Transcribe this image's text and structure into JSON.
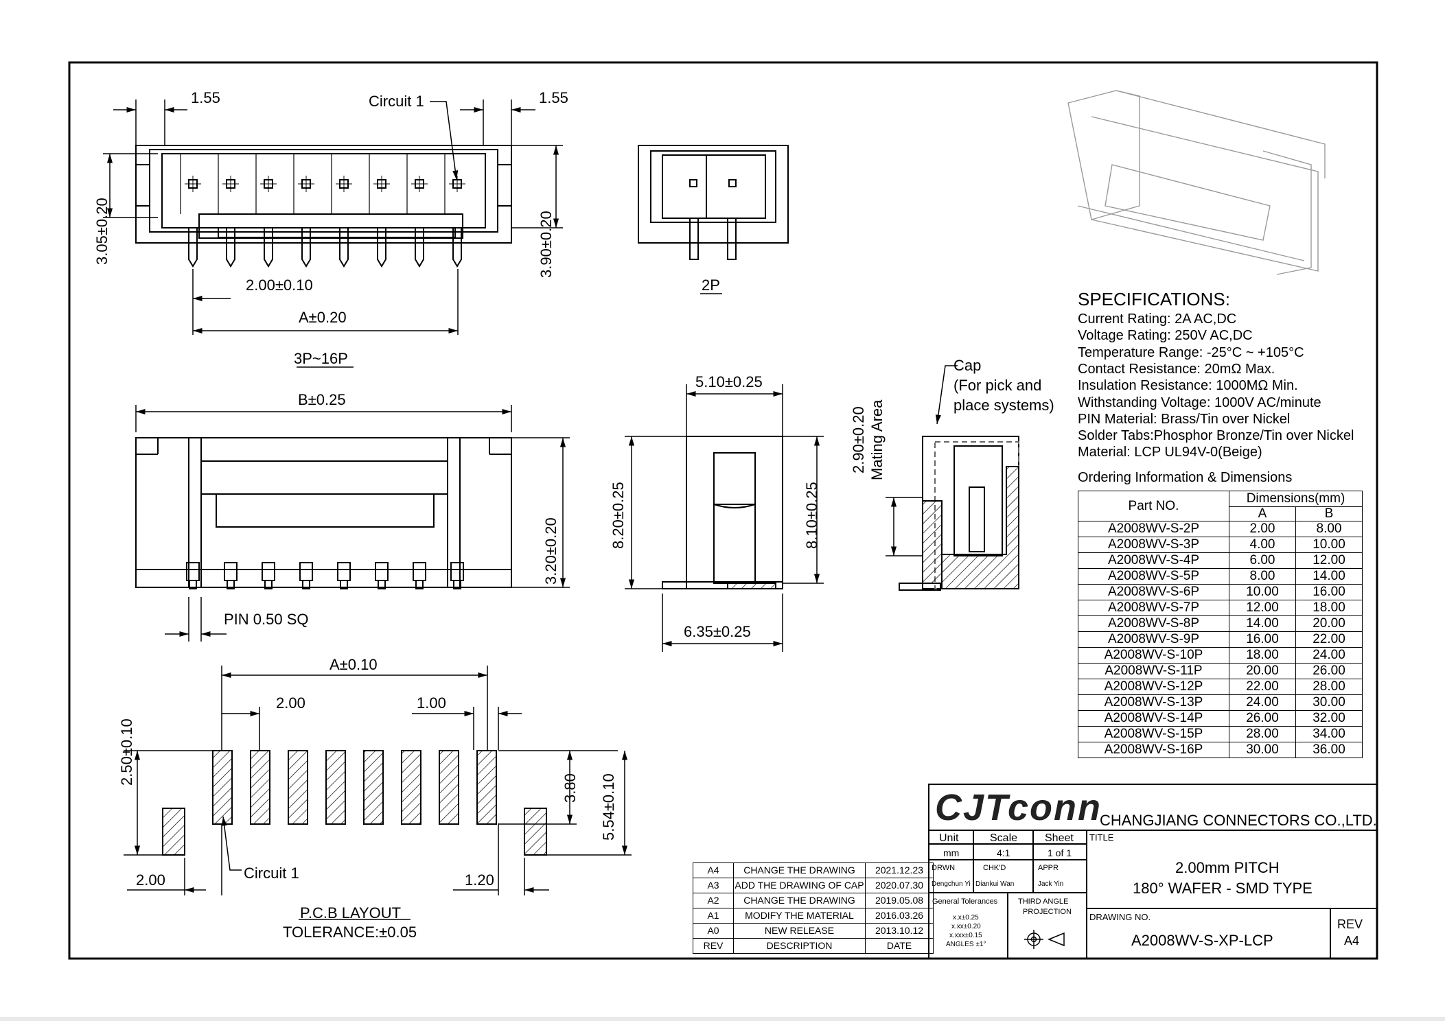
{
  "drawing": {
    "views": {
      "top_view_label": "3P~16P",
      "two_pin_label": "2P",
      "pcb_title": "P.C.B LAYOUT",
      "pcb_tolerance": "TOLERANCE:±0.05"
    },
    "dimensions": {
      "d155_left": "1.55",
      "d155_right": "1.55",
      "circuit1_top": "Circuit 1",
      "d305": "3.05±0.20",
      "d390": "3.90±0.20",
      "d200_010": "2.00±0.10",
      "a020": "A±0.20",
      "b025": "B±0.25",
      "d320": "3.20±0.20",
      "pin_sq": "PIN 0.50 SQ",
      "d510": "5.10±0.25",
      "d820": "8.20±0.25",
      "d810": "8.10±0.25",
      "d635": "6.35±0.25",
      "d290": "2.90±0.20",
      "mating_area": "Mating Area",
      "cap_1": "Cap",
      "cap_2": "(For pick and",
      "cap_3": "place systems)",
      "a010": "A±0.10",
      "pcb_200": "2.00",
      "pcb_100": "1.00",
      "d250": "2.50±0.10",
      "d380": "3.80",
      "d554": "5.54±0.10",
      "pcb_200_left": "2.00",
      "pcb_120": "1.20",
      "circuit1_pcb": "Circuit 1"
    }
  },
  "specifications": {
    "title": "SPECIFICATIONS:",
    "lines": [
      "Current Rating: 2A AC,DC",
      "Voltage Rating: 250V AC,DC",
      "Temperature Range: -25°C ~ +105°C",
      "Contact Resistance: 20mΩ Max.",
      "Insulation Resistance: 1000MΩ Min.",
      "Withstanding Voltage: 1000V AC/minute",
      "PIN Material: Brass/Tin over Nickel",
      "Solder Tabs:Phosphor Bronze/Tin over Nickel",
      "Material: LCP UL94V-0(Beige)"
    ]
  },
  "ordering": {
    "title": "Ordering Information & Dimensions",
    "header_part": "Part NO.",
    "header_dims": "Dimensions(mm)",
    "header_a": "A",
    "header_b": "B",
    "rows": [
      {
        "part": "A2008WV-S-2P",
        "a": "2.00",
        "b": "8.00"
      },
      {
        "part": "A2008WV-S-3P",
        "a": "4.00",
        "b": "10.00"
      },
      {
        "part": "A2008WV-S-4P",
        "a": "6.00",
        "b": "12.00"
      },
      {
        "part": "A2008WV-S-5P",
        "a": "8.00",
        "b": "14.00"
      },
      {
        "part": "A2008WV-S-6P",
        "a": "10.00",
        "b": "16.00"
      },
      {
        "part": "A2008WV-S-7P",
        "a": "12.00",
        "b": "18.00"
      },
      {
        "part": "A2008WV-S-8P",
        "a": "14.00",
        "b": "20.00"
      },
      {
        "part": "A2008WV-S-9P",
        "a": "16.00",
        "b": "22.00"
      },
      {
        "part": "A2008WV-S-10P",
        "a": "18.00",
        "b": "24.00"
      },
      {
        "part": "A2008WV-S-11P",
        "a": "20.00",
        "b": "26.00"
      },
      {
        "part": "A2008WV-S-12P",
        "a": "22.00",
        "b": "28.00"
      },
      {
        "part": "A2008WV-S-13P",
        "a": "24.00",
        "b": "30.00"
      },
      {
        "part": "A2008WV-S-14P",
        "a": "26.00",
        "b": "32.00"
      },
      {
        "part": "A2008WV-S-15P",
        "a": "28.00",
        "b": "34.00"
      },
      {
        "part": "A2008WV-S-16P",
        "a": "30.00",
        "b": "36.00"
      }
    ]
  },
  "revisions": {
    "rows": [
      {
        "rev": "A4",
        "desc": "CHANGE THE DRAWING",
        "date": "2021.12.23"
      },
      {
        "rev": "A3",
        "desc": "ADD THE DRAWING OF CAP",
        "date": "2020.07.30"
      },
      {
        "rev": "A2",
        "desc": "CHANGE THE DRAWING",
        "date": "2019.05.08"
      },
      {
        "rev": "A1",
        "desc": "MODIFY THE MATERIAL",
        "date": "2016.03.26"
      },
      {
        "rev": "A0",
        "desc": "NEW RELEASE",
        "date": "2013.10.12"
      }
    ],
    "header": {
      "rev": "REV",
      "desc": "DESCRIPTION",
      "date": "DATE"
    }
  },
  "title_block": {
    "logo_text": "CJTconn",
    "company": "CHANGJIANG CONNECTORS CO.,LTD.",
    "unit_label": "Unit",
    "scale_label": "Scale",
    "sheet_label": "Sheet",
    "unit": "mm",
    "scale": "4:1",
    "sheet": "1 of 1",
    "drwn_label": "DRWN",
    "chkd_label": "CHK'D",
    "appr_label": "APPR",
    "drwn": "Dengchun Yi",
    "chkd": "Diankui Wan",
    "appr": "Jack Yin",
    "tol_title": "General Tolerances",
    "tol_1": "x.x±0.25",
    "tol_2": "x.xx±0.20",
    "tol_3": "x.xxx±0.15",
    "tol_4": "ANGLES  ±1°",
    "proj_1": "THIRD ANGLE",
    "proj_2": "PROJECTION",
    "title_label": "TITLE",
    "title_1": "2.00mm PITCH",
    "title_2": "180° WAFER - SMD TYPE",
    "drawing_no_label": "DRAWING NO.",
    "drawing_no": "A2008WV-S-XP-LCP",
    "rev_label": "REV",
    "rev": "A4"
  },
  "colors": {
    "line": "#000000",
    "light_line": "#9a9a9a",
    "footer": "#e9e9e9"
  }
}
